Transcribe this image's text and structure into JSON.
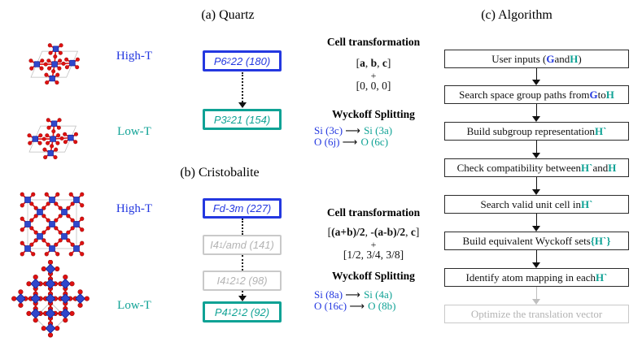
{
  "colors": {
    "blue": "#2438e0",
    "teal": "#0fa295",
    "gray_border": "#c9c9c9",
    "gray_text": "#b3b3b3",
    "atom_red": "#e01010",
    "atom_blue": "#2f47cc",
    "box_black": "#2b2b2b"
  },
  "panel_a": {
    "title": "(a) Quartz",
    "high_t_label": "High-T",
    "low_t_label": "Low-T",
    "box_high": [
      {
        "t": "P6"
      },
      {
        "t": "2",
        "sub": true
      },
      {
        "t": "22 (180)"
      }
    ],
    "box_low": [
      {
        "t": "P3"
      },
      {
        "t": "2",
        "sub": true
      },
      {
        "t": "21 (154)"
      }
    ],
    "cell": {
      "heading": "Cell transformation",
      "matrix": [
        {
          "t": "["
        },
        {
          "t": "a",
          "bold": true
        },
        {
          "t": ", "
        },
        {
          "t": "b",
          "bold": true
        },
        {
          "t": ", "
        },
        {
          "t": "c",
          "bold": true
        },
        {
          "t": "]"
        }
      ],
      "plus": "+",
      "origin": "[0, 0, 0]"
    },
    "wyckoff": {
      "heading": "Wyckoff Splitting",
      "rows": [
        [
          {
            "t": "Si (3c) ",
            "c": "blue"
          },
          {
            "t": "⟶ "
          },
          {
            "t": "Si (3a)",
            "c": "teal"
          }
        ],
        [
          {
            "t": "O (6j) ",
            "c": "blue"
          },
          {
            "t": "⟶ "
          },
          {
            "t": "O (6c)",
            "c": "teal"
          }
        ]
      ]
    }
  },
  "panel_b": {
    "title": "(b) Cristobalite",
    "high_t_label": "High-T",
    "low_t_label": "Low-T",
    "boxes": [
      {
        "style": "blue",
        "segments": [
          {
            "t": "Fd-3m (227)"
          }
        ]
      },
      {
        "style": "gray",
        "segments": [
          {
            "t": "I4"
          },
          {
            "t": "1",
            "sub": true
          },
          {
            "t": "/amd (141)"
          }
        ]
      },
      {
        "style": "gray",
        "segments": [
          {
            "t": "I4"
          },
          {
            "t": "1",
            "sub": true
          },
          {
            "t": "2"
          },
          {
            "t": "1",
            "sub": true
          },
          {
            "t": "2 (98)"
          }
        ]
      },
      {
        "style": "teal",
        "segments": [
          {
            "t": "P4"
          },
          {
            "t": "1",
            "sub": true
          },
          {
            "t": "2"
          },
          {
            "t": "1",
            "sub": true
          },
          {
            "t": "2 (92)"
          }
        ]
      }
    ],
    "cell": {
      "heading": "Cell transformation",
      "matrix": [
        {
          "t": "["
        },
        {
          "t": "(a+b)/2",
          "bold": true
        },
        {
          "t": ", "
        },
        {
          "t": "-(a-b)/2",
          "bold": true
        },
        {
          "t": ", "
        },
        {
          "t": "c",
          "bold": true
        },
        {
          "t": "]"
        }
      ],
      "plus": "+",
      "origin": "[1/2, 3/4, 3/8]"
    },
    "wyckoff": {
      "heading": "Wyckoff Splitting",
      "rows": [
        [
          {
            "t": "Si (8a) ",
            "c": "blue"
          },
          {
            "t": "⟶ "
          },
          {
            "t": "Si (4a)",
            "c": "teal"
          }
        ],
        [
          {
            "t": "O (16c) ",
            "c": "blue"
          },
          {
            "t": "⟶ "
          },
          {
            "t": "O (8b)",
            "c": "teal"
          }
        ]
      ]
    }
  },
  "panel_c": {
    "title": "(c) Algorithm",
    "steps": [
      {
        "style": "normal",
        "segments": [
          {
            "t": "User inputs ("
          },
          {
            "t": "G",
            "c": "blue",
            "bold": true
          },
          {
            "t": " and "
          },
          {
            "t": "H",
            "c": "teal",
            "bold": true
          },
          {
            "t": ")"
          }
        ]
      },
      {
        "style": "normal",
        "segments": [
          {
            "t": "Search space group paths from "
          },
          {
            "t": "G",
            "c": "blue",
            "bold": true
          },
          {
            "t": " to "
          },
          {
            "t": "H",
            "c": "teal",
            "bold": true
          }
        ]
      },
      {
        "style": "normal",
        "segments": [
          {
            "t": "Build subgroup representation "
          },
          {
            "t": "H`",
            "c": "teal",
            "bold": true
          }
        ]
      },
      {
        "style": "normal",
        "segments": [
          {
            "t": "Check compatibility between "
          },
          {
            "t": "H`",
            "c": "teal",
            "bold": true
          },
          {
            "t": " and "
          },
          {
            "t": "H",
            "c": "teal",
            "bold": true
          }
        ]
      },
      {
        "style": "normal",
        "segments": [
          {
            "t": "Search valid unit cell in "
          },
          {
            "t": "H`",
            "c": "teal",
            "bold": true
          }
        ]
      },
      {
        "style": "normal",
        "segments": [
          {
            "t": "Build equivalent Wyckoff sets "
          },
          {
            "t": "{H`}",
            "c": "teal",
            "bold": true
          }
        ]
      },
      {
        "style": "normal",
        "segments": [
          {
            "t": "Identify atom mapping in each "
          },
          {
            "t": "H`",
            "c": "teal",
            "bold": true
          }
        ]
      },
      {
        "style": "gray",
        "segments": [
          {
            "t": "Optimize the translation vector"
          }
        ]
      }
    ]
  }
}
